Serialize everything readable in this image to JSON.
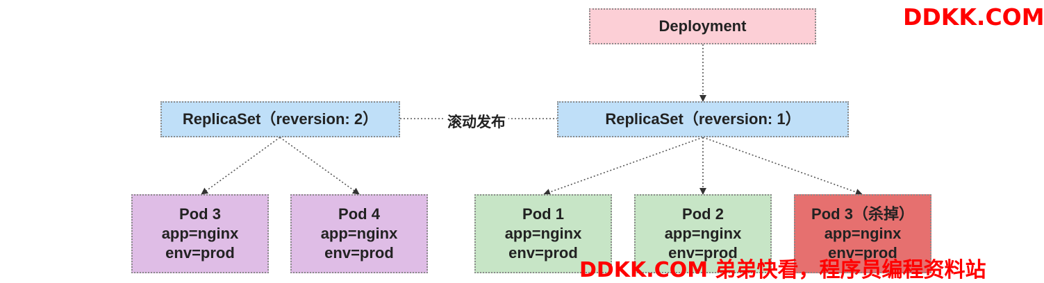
{
  "deployment": {
    "label": "Deployment"
  },
  "replicasets": {
    "old": {
      "label": "ReplicaSet（reversion: 2）"
    },
    "new": {
      "label": "ReplicaSet（reversion: 1）"
    }
  },
  "rolling_label": "滚动发布",
  "pods": [
    {
      "name": "Pod 3",
      "app": "app=nginx",
      "env": "env=prod",
      "color": "#dfbde6"
    },
    {
      "name": "Pod 4",
      "app": "app=nginx",
      "env": "env=prod",
      "color": "#dfbde6"
    },
    {
      "name": "Pod 1",
      "app": "app=nginx",
      "env": "env=prod",
      "color": "#c7e5c6"
    },
    {
      "name": "Pod 2",
      "app": "app=nginx",
      "env": "env=prod",
      "color": "#c7e5c6"
    },
    {
      "name": "Pod 3（杀掉）",
      "app": "app=nginx",
      "env": "env=prod",
      "color": "#e6706f"
    }
  ],
  "watermarks": {
    "top": "DDKK.COM",
    "bottom": "DDKK.COM 弟弟快看，程序员编程资料站"
  }
}
